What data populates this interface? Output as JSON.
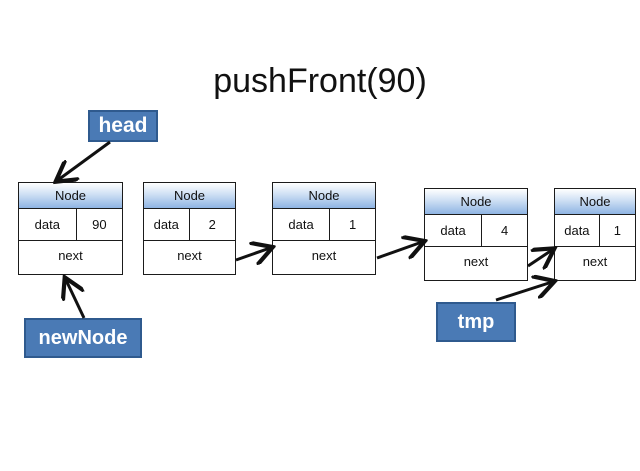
{
  "title": "pushFront(90)",
  "pointers": {
    "head": "head",
    "newNode": "newNode",
    "tmp": "tmp"
  },
  "nodes": [
    {
      "header": "Node",
      "data_label": "data",
      "data_value": "90",
      "next_label": "next"
    },
    {
      "header": "Node",
      "data_label": "data",
      "data_value": "2",
      "next_label": "next"
    },
    {
      "header": "Node",
      "data_label": "data",
      "data_value": "1",
      "next_label": "next"
    },
    {
      "header": "Node",
      "data_label": "data",
      "data_value": "4",
      "next_label": "next"
    },
    {
      "header": "Node",
      "data_label": "data",
      "data_value": "1",
      "next_label": "next"
    }
  ],
  "colors": {
    "pointer_fill": "#4a7ab5",
    "node_header": "#8fb4e3"
  }
}
